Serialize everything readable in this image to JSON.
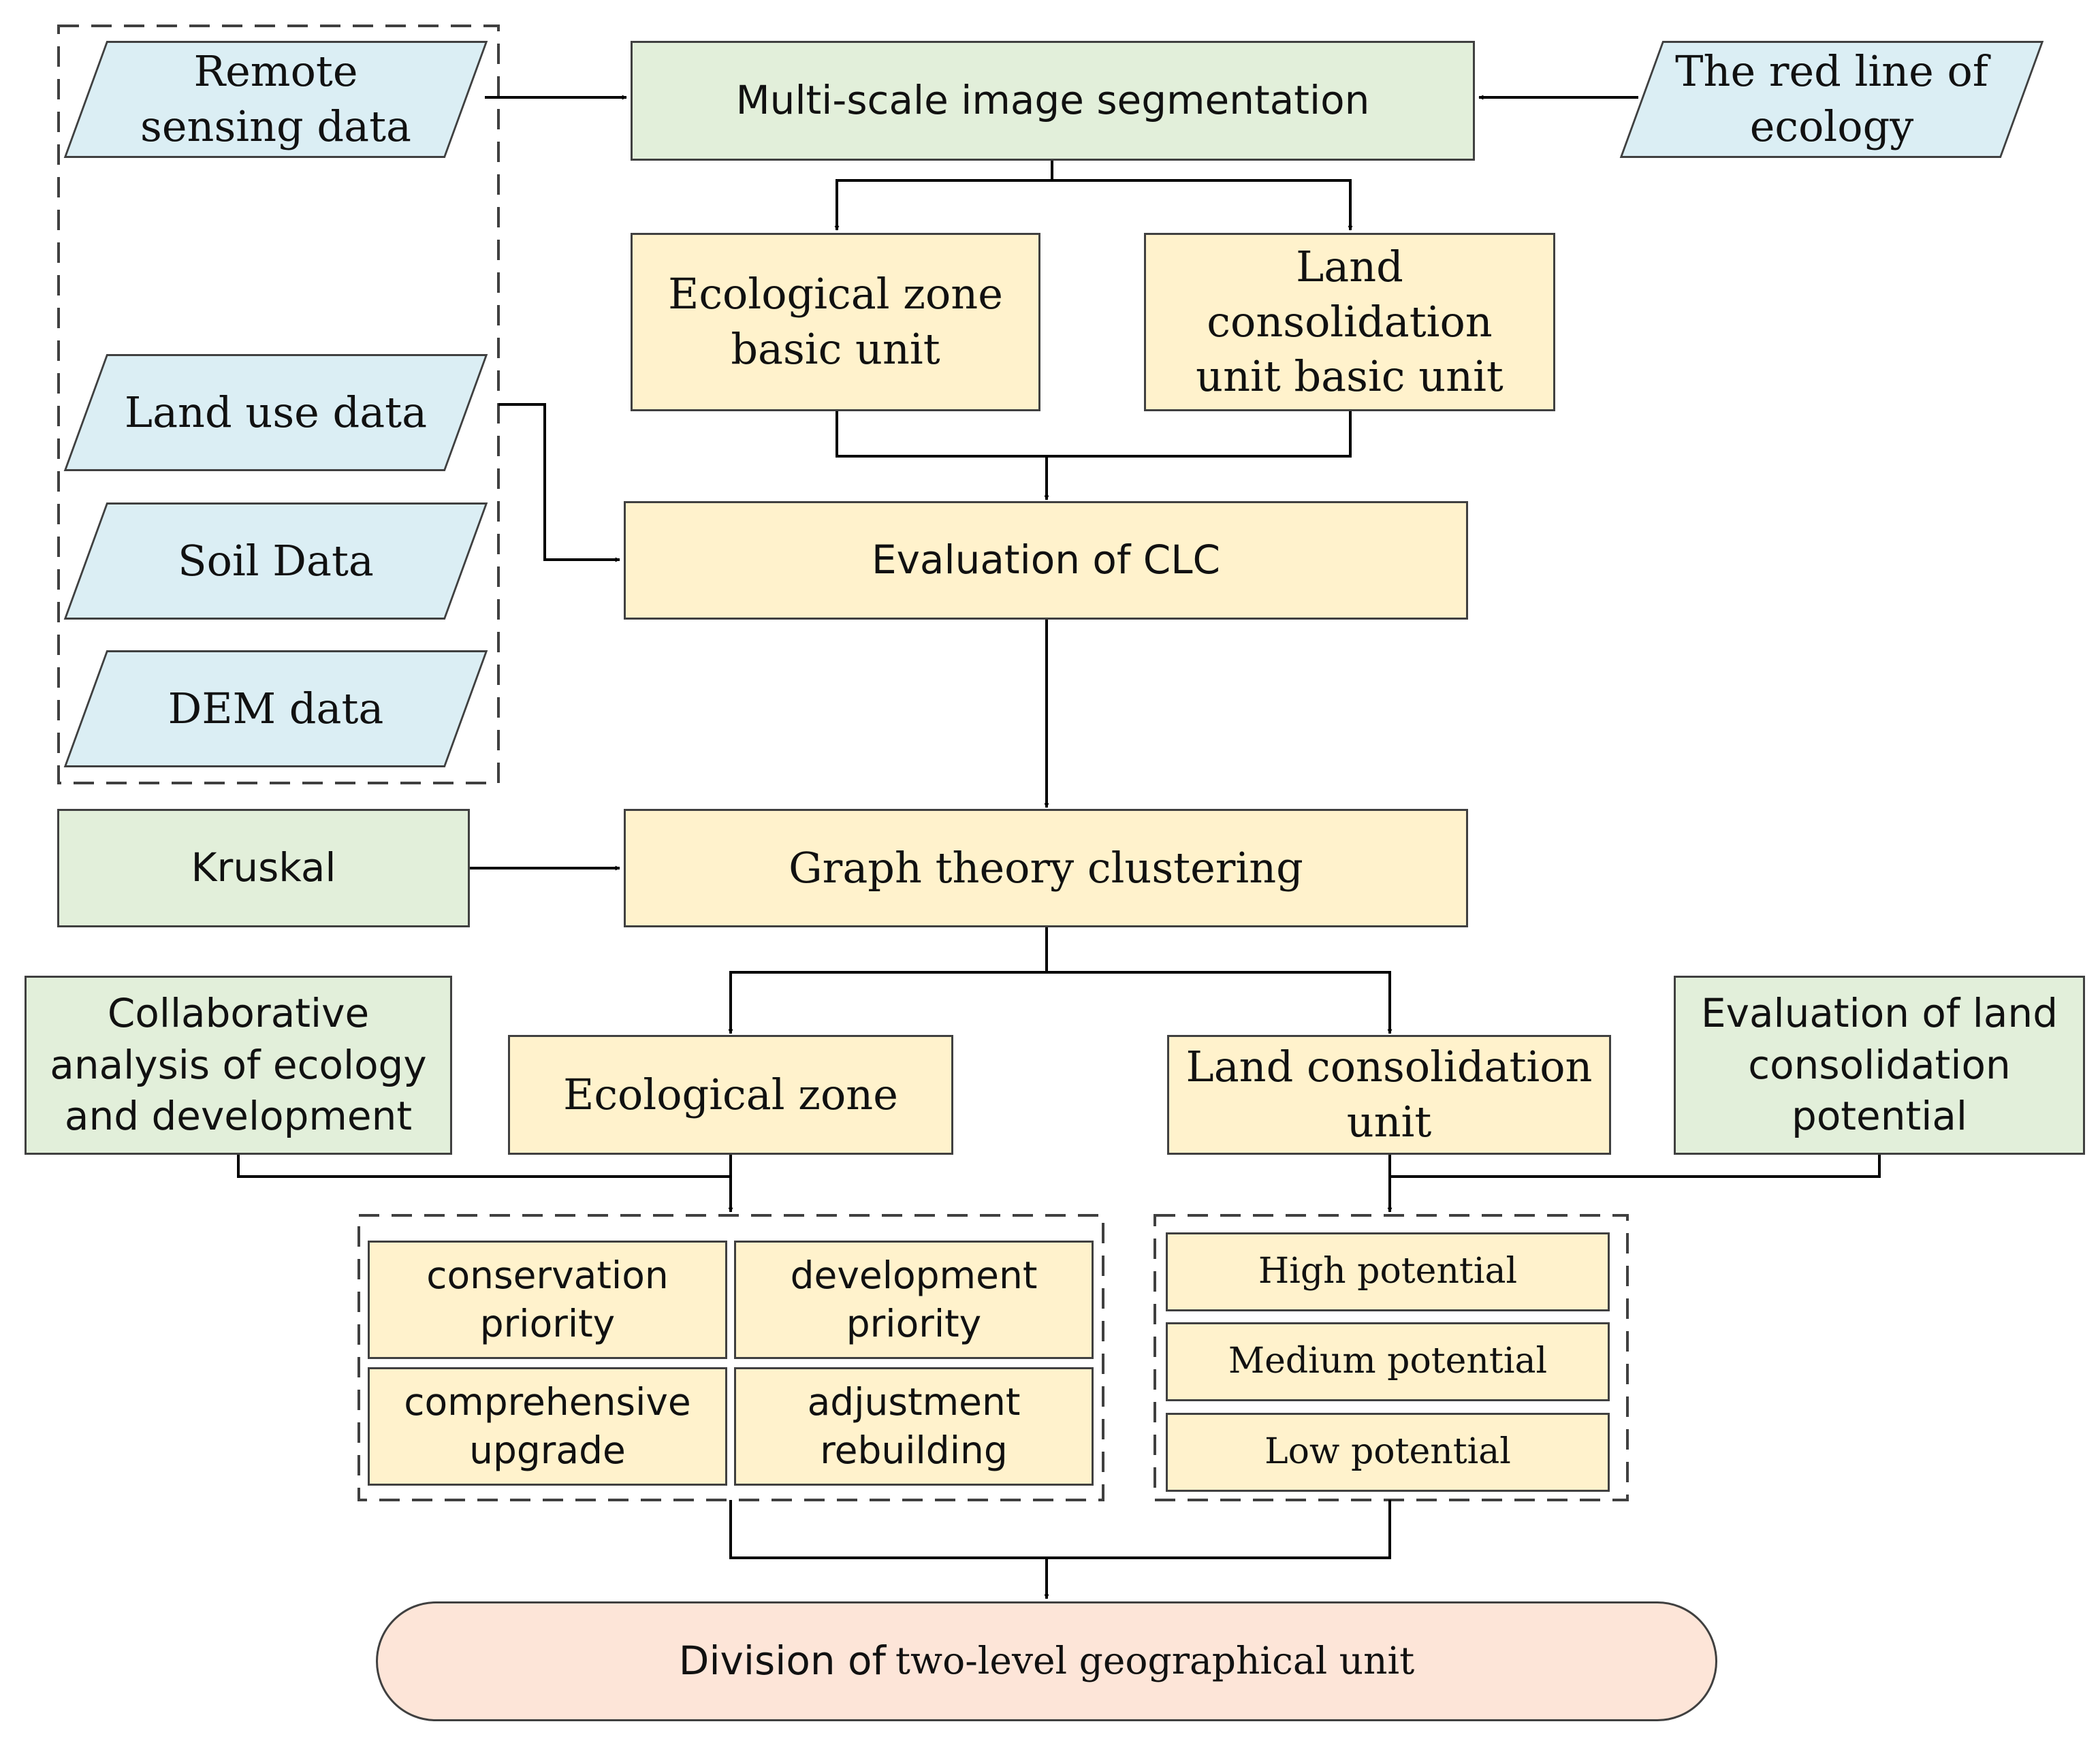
{
  "colors": {
    "input_fill": "#dbeef4",
    "method_fill": "#e2efda",
    "process_fill": "#fff2cc",
    "result_fill": "#fde5d8",
    "line": "#000000",
    "border": "#404040"
  },
  "inputs": {
    "remote_sensing": "Remote sensing data",
    "red_line": "The red line of ecology",
    "land_use": "Land use data",
    "soil": "Soil Data",
    "dem": "DEM data"
  },
  "methods": {
    "segmentation": "Multi-scale image segmentation",
    "kruskal": "Kruskal",
    "collaborative": "Collaborative analysis of ecology and development",
    "evaluation_potential": "Evaluation of land consolidation potential"
  },
  "process": {
    "eco_basic": "Ecological zone basic unit",
    "land_basic": "Land consolidation unit basic unit",
    "clc": "Evaluation of CLC",
    "graph": "Graph theory clustering",
    "eco_zone": "Ecological zone",
    "land_unit": "Land consolidation unit"
  },
  "eco_categories": {
    "conservation": "conservation priority",
    "development": "development priority",
    "comprehensive": "comprehensive upgrade",
    "adjustment": "adjustment rebuilding"
  },
  "potential_levels": {
    "high": "High potential",
    "medium": "Medium potential",
    "low": "Low potential"
  },
  "result": {
    "prefix": "Division of",
    "suffix": "two-level geographical unit"
  }
}
